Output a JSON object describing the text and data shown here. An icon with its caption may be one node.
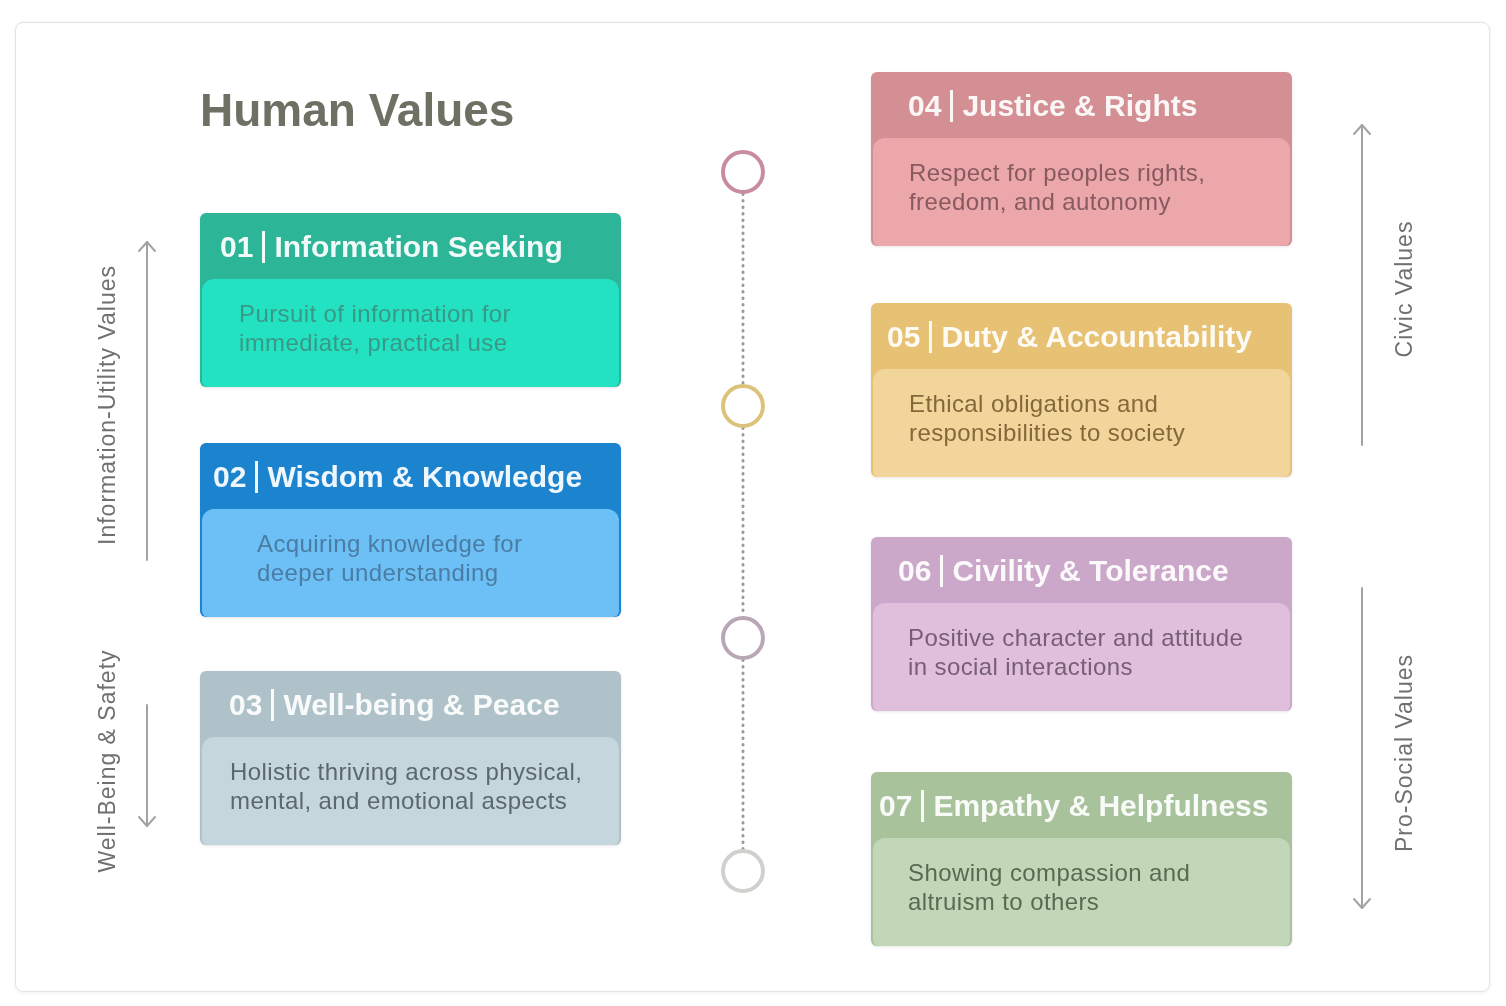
{
  "diagram": {
    "title": "Human Values",
    "nodes": [
      {
        "text": [
          "01",
          "Information Seeking",
          "Pursuit of information for immediate, practical use"
        ]
      },
      {
        "text": [
          "02",
          "Wisdom & Knowledge",
          "Acquiring knowledge for deeper understanding"
        ]
      },
      {
        "text": [
          "03",
          "Well-being & Peace",
          "Holistic thriving across physical, mental, and emotional aspects"
        ]
      },
      {
        "text": [
          "04",
          "Justice & Rights",
          "Respect for peoples rights, freedom, and autonomy"
        ]
      },
      {
        "text": [
          "05",
          "Duty & Accountability",
          "Ethical obligations and responsibilities to society"
        ]
      },
      {
        "text": [
          "06",
          "Civility & Tolerance",
          "Positive character and attitude in social interactions"
        ]
      },
      {
        "text": [
          "07",
          "Empathy & Helpfulness",
          "Showing compassion and altruism to others"
        ]
      },
      {
        "text": [],
        "shape": "circle"
      },
      {
        "text": [],
        "shape": "circle"
      },
      {
        "text": [],
        "shape": "circle"
      },
      {
        "text": [],
        "shape": "circle"
      }
    ],
    "edges": [
      {
        "from": 7,
        "to": 8,
        "arrow": "none",
        "style": "dashed"
      },
      {
        "from": 8,
        "to": 9,
        "arrow": "none",
        "style": "dashed"
      },
      {
        "from": 9,
        "to": 10,
        "arrow": "none",
        "style": "dashed"
      }
    ],
    "labels": [
      "Information-Utility Values",
      "Well-Being & Safety",
      "Civic Values",
      "Pro-Social Values"
    ]
  }
}
